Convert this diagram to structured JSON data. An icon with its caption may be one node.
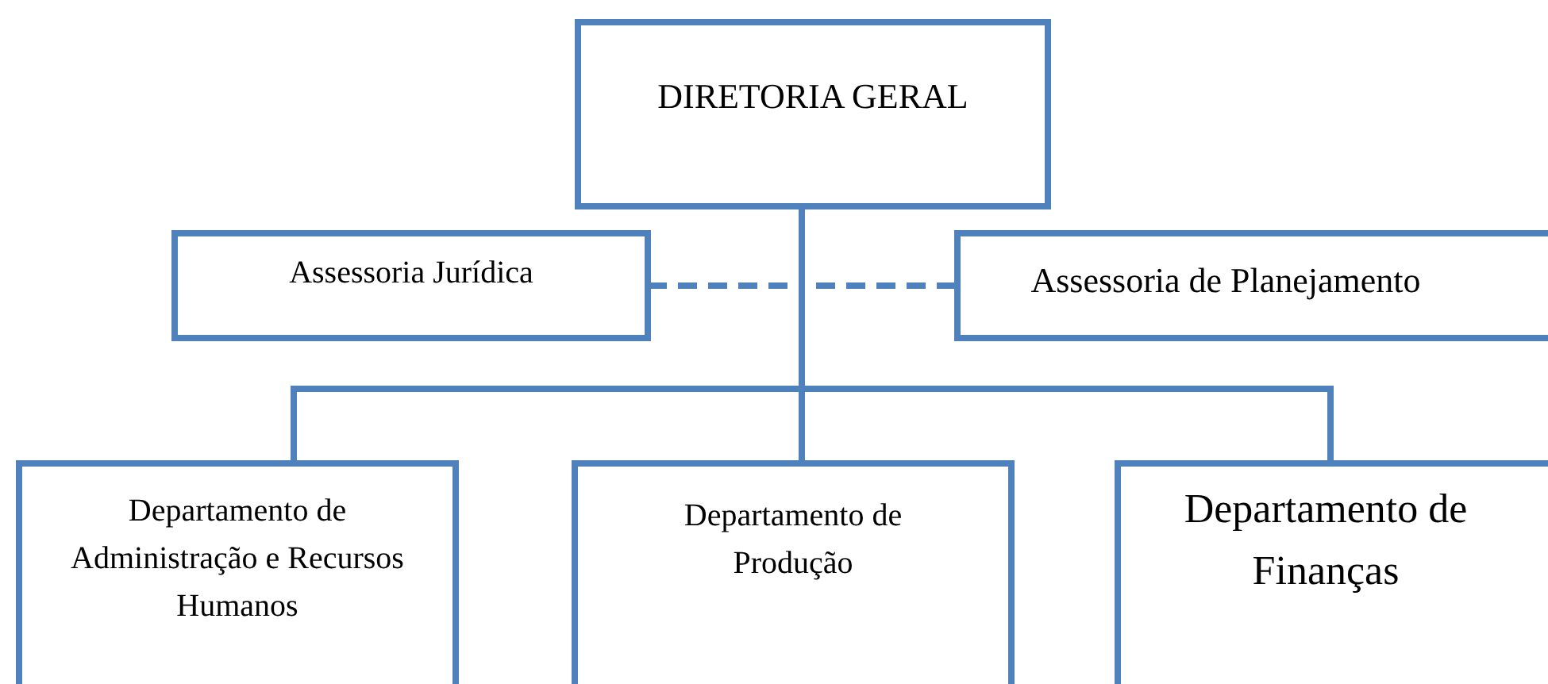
{
  "diagram": {
    "nodes": [
      {
        "text": [
          "DIRETORIA GERAL"
        ]
      },
      {
        "text": [
          "Assessoria Jurídica"
        ]
      },
      {
        "text": [
          "Assessoria de Planejamento"
        ]
      },
      {
        "text": [
          "Departamento de Administração e Recursos Humanos"
        ]
      },
      {
        "text": [
          "Departamento de Produção"
        ]
      },
      {
        "text": [
          "Departamento de Finanças"
        ]
      }
    ],
    "edges": [
      {
        "from": 0,
        "to": 1,
        "arrow": "none",
        "style": "dashed"
      },
      {
        "from": 0,
        "to": 2,
        "arrow": "none",
        "style": "dashed"
      },
      {
        "from": 0,
        "to": 3,
        "arrow": "none"
      },
      {
        "from": 0,
        "to": 4,
        "arrow": "none"
      },
      {
        "from": 0,
        "to": 5,
        "arrow": "none"
      }
    ]
  }
}
